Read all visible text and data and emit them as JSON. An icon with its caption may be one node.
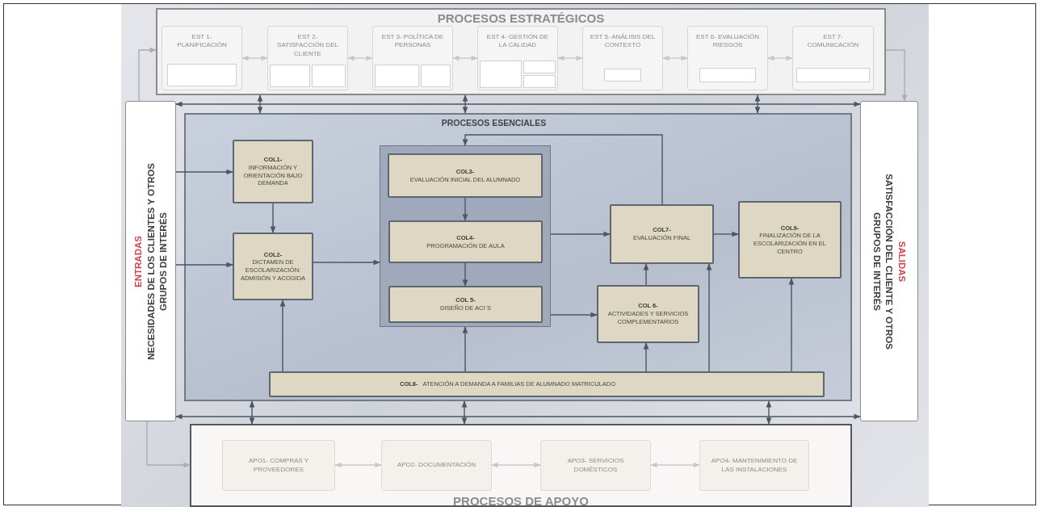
{
  "diagram": {
    "nodes": [
      {
        "text": [
          "PROCESOS ESTRATÉGICOS"
        ]
      },
      {
        "text": [
          "EST 1- PLANIFICACIÓN"
        ],
        "in": 0
      },
      {
        "text": [],
        "shape": "box",
        "in": 1
      },
      {
        "text": [
          "EST 2- SATISFACCIÓN DEL CLIENTE"
        ],
        "in": 0
      },
      {
        "text": [],
        "shape": "box",
        "in": 3
      },
      {
        "text": [],
        "shape": "box",
        "in": 3
      },
      {
        "text": [
          "EST 3- POLÍTICA DE PERSONAS"
        ],
        "in": 0
      },
      {
        "text": [],
        "shape": "box",
        "in": 6
      },
      {
        "text": [],
        "shape": "box",
        "in": 6
      },
      {
        "text": [
          "EST 4- GESTIÓN DE LA CALIDAD"
        ],
        "in": 0
      },
      {
        "text": [],
        "shape": "box",
        "in": 9
      },
      {
        "text": [],
        "shape": "box",
        "in": 9
      },
      {
        "text": [],
        "shape": "box",
        "in": 9
      },
      {
        "text": [
          "EST 5- ANÁLISIS DEL CONTEXTO"
        ],
        "in": 0
      },
      {
        "text": [],
        "shape": "box",
        "in": 13
      },
      {
        "text": [
          "EST 6- EVALUACIÓN RIESGOS"
        ],
        "in": 0
      },
      {
        "text": [],
        "shape": "box",
        "in": 15
      },
      {
        "text": [
          "EST 7- COMUNICACIÓN"
        ],
        "in": 0
      },
      {
        "text": [],
        "shape": "box",
        "in": 17
      },
      {
        "text": [
          "ENTRADAS",
          "NECESIDADES DE LOS CLIENTES Y OTROS GRUPOS DE INTERÉS"
        ]
      },
      {
        "text": [
          "SALIDAS",
          "SATISFACCIÓN DEL CLIENTE Y OTROS GRUPOS DE INTERÉS"
        ]
      },
      {
        "text": [
          "PROCESOS ESENCIALES"
        ]
      },
      {
        "text": [
          "COL1-",
          "INFORMACIÓN Y ORIENTACIÓN BAJO DEMANDA"
        ],
        "in": 21
      },
      {
        "text": [
          "COL2-",
          "DICTAMEN DE ESCOLARIZACIÓN: ADMISIÓN Y ACOGIDA"
        ],
        "in": 21
      },
      {
        "text": [],
        "shape": "box",
        "in": 21
      },
      {
        "text": [
          "COL3-",
          "EVALUACIÓN INICIAL DEL ALUMNADO"
        ],
        "in": 24
      },
      {
        "text": [
          "COL4-",
          "PROGRAMACIÓN DE AULA"
        ],
        "in": 24
      },
      {
        "text": [
          "COL 5-",
          "DISEÑO DE ACI´S"
        ],
        "in": 24
      },
      {
        "text": [
          "COL7-",
          "EVALUACIÓN FINAL"
        ],
        "in": 21
      },
      {
        "text": [
          "COL9-",
          "FINALIZACIÓN DE LA ESCOLARIZACIÓN EN EL CENTRO"
        ],
        "in": 21
      },
      {
        "text": [
          "COL 6-",
          "ACTIVIDADES Y SERVICIOS COMPLEMENTARIOS"
        ],
        "in": 21
      },
      {
        "text": [
          "COL8-",
          "ATENCIÓN A DEMANDA A FAMILIAS DE ALUMNADO MATRICULADO"
        ],
        "in": 21
      },
      {
        "text": [
          "PROCESOS DE APOYO"
        ]
      },
      {
        "text": [
          "APO1- COMPRAS Y PROVEEDORES"
        ],
        "in": 32
      },
      {
        "text": [
          "APO2- DOCUMENTACIÓN"
        ],
        "in": 32
      },
      {
        "text": [
          "APO3- SERVICIOS DOMÉSTICOS"
        ],
        "in": 32
      },
      {
        "text": [
          "APO4- MANTENIMIENTO DE LAS INSTALACIONES"
        ],
        "in": 32
      }
    ],
    "edges": [
      {
        "from": 19,
        "to": 22,
        "arrow": "to"
      },
      {
        "from": 19,
        "to": 23,
        "arrow": "to"
      },
      {
        "from": 22,
        "to": 23,
        "arrow": "to"
      },
      {
        "from": 23,
        "to": 24,
        "arrow": "to"
      },
      {
        "from": 25,
        "to": 26,
        "arrow": "to"
      },
      {
        "from": 26,
        "to": 27,
        "arrow": "to"
      },
      {
        "from": 24,
        "to": 28,
        "arrow": "to"
      },
      {
        "from": 24,
        "to": 30,
        "arrow": "to"
      },
      {
        "from": 28,
        "to": 29,
        "arrow": "to"
      },
      {
        "from": 30,
        "to": 28,
        "arrow": "to"
      },
      {
        "from": 28,
        "to": 24,
        "arrow": "to"
      },
      {
        "from": 31,
        "to": 23,
        "arrow": "to"
      },
      {
        "from": 31,
        "to": 24,
        "arrow": "to"
      },
      {
        "from": 31,
        "to": 30,
        "arrow": "to"
      },
      {
        "from": 31,
        "to": 28,
        "arrow": "to"
      },
      {
        "from": 31,
        "to": 29,
        "arrow": "to"
      },
      {
        "from": 0,
        "to": 21,
        "arrow": "both"
      },
      {
        "from": 0,
        "to": 21,
        "arrow": "both"
      },
      {
        "from": 0,
        "to": 21,
        "arrow": "both"
      },
      {
        "from": 19,
        "to": 20,
        "arrow": "both"
      },
      {
        "from": 21,
        "to": 32,
        "arrow": "both"
      },
      {
        "from": 21,
        "to": 32,
        "arrow": "both"
      },
      {
        "from": 21,
        "to": 32,
        "arrow": "both"
      },
      {
        "from": 19,
        "to": 20,
        "arrow": "both"
      },
      {
        "from": 19,
        "to": 0,
        "arrow": "to",
        "color": "#a9adb3"
      },
      {
        "from": 19,
        "to": 32,
        "arrow": "to",
        "color": "#a9adb3"
      },
      {
        "from": 0,
        "to": 20,
        "arrow": "to",
        "color": "#a9adb3"
      },
      {
        "from": 1,
        "to": 3,
        "arrow": "both",
        "color": "#c8c8c8"
      },
      {
        "from": 3,
        "to": 6,
        "arrow": "both",
        "color": "#c8c8c8"
      },
      {
        "from": 6,
        "to": 9,
        "arrow": "both",
        "color": "#c8c8c8"
      },
      {
        "from": 9,
        "to": 13,
        "arrow": "both",
        "color": "#c8c8c8"
      },
      {
        "from": 13,
        "to": 15,
        "arrow": "both",
        "color": "#c8c8c8"
      },
      {
        "from": 15,
        "to": 17,
        "arrow": "both",
        "color": "#c8c8c8"
      },
      {
        "from": 33,
        "to": 34,
        "arrow": "both",
        "color": "#c8c8c8"
      },
      {
        "from": 34,
        "to": 35,
        "arrow": "both",
        "color": "#c8c8c8"
      },
      {
        "from": 35,
        "to": 36,
        "arrow": "both",
        "color": "#c8c8c8"
      }
    ]
  }
}
